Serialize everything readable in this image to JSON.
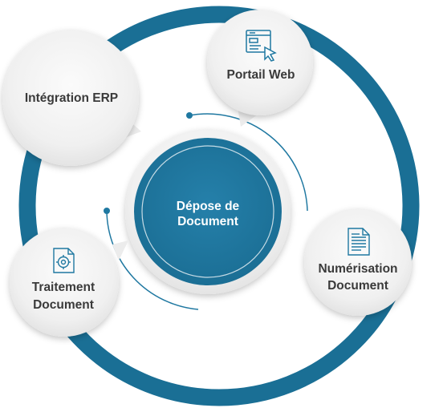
{
  "center": {
    "line1": "Dépose de",
    "line2": "Document"
  },
  "nodes": {
    "erp": {
      "label": "Intégration ERP"
    },
    "portail": {
      "label": "Portail Web",
      "icon": "web-browser-cursor-icon"
    },
    "numerisation": {
      "line1": "Numérisation",
      "line2": "Document",
      "icon": "scanned-document-icon"
    },
    "traitement": {
      "line1": "Traitement",
      "line2": "Document",
      "icon": "document-processing-icon"
    }
  },
  "colors": {
    "ring": "#1a6f95",
    "center": "#1f78a1",
    "icon": "#1f78a1",
    "text": "#3a3a3a"
  }
}
